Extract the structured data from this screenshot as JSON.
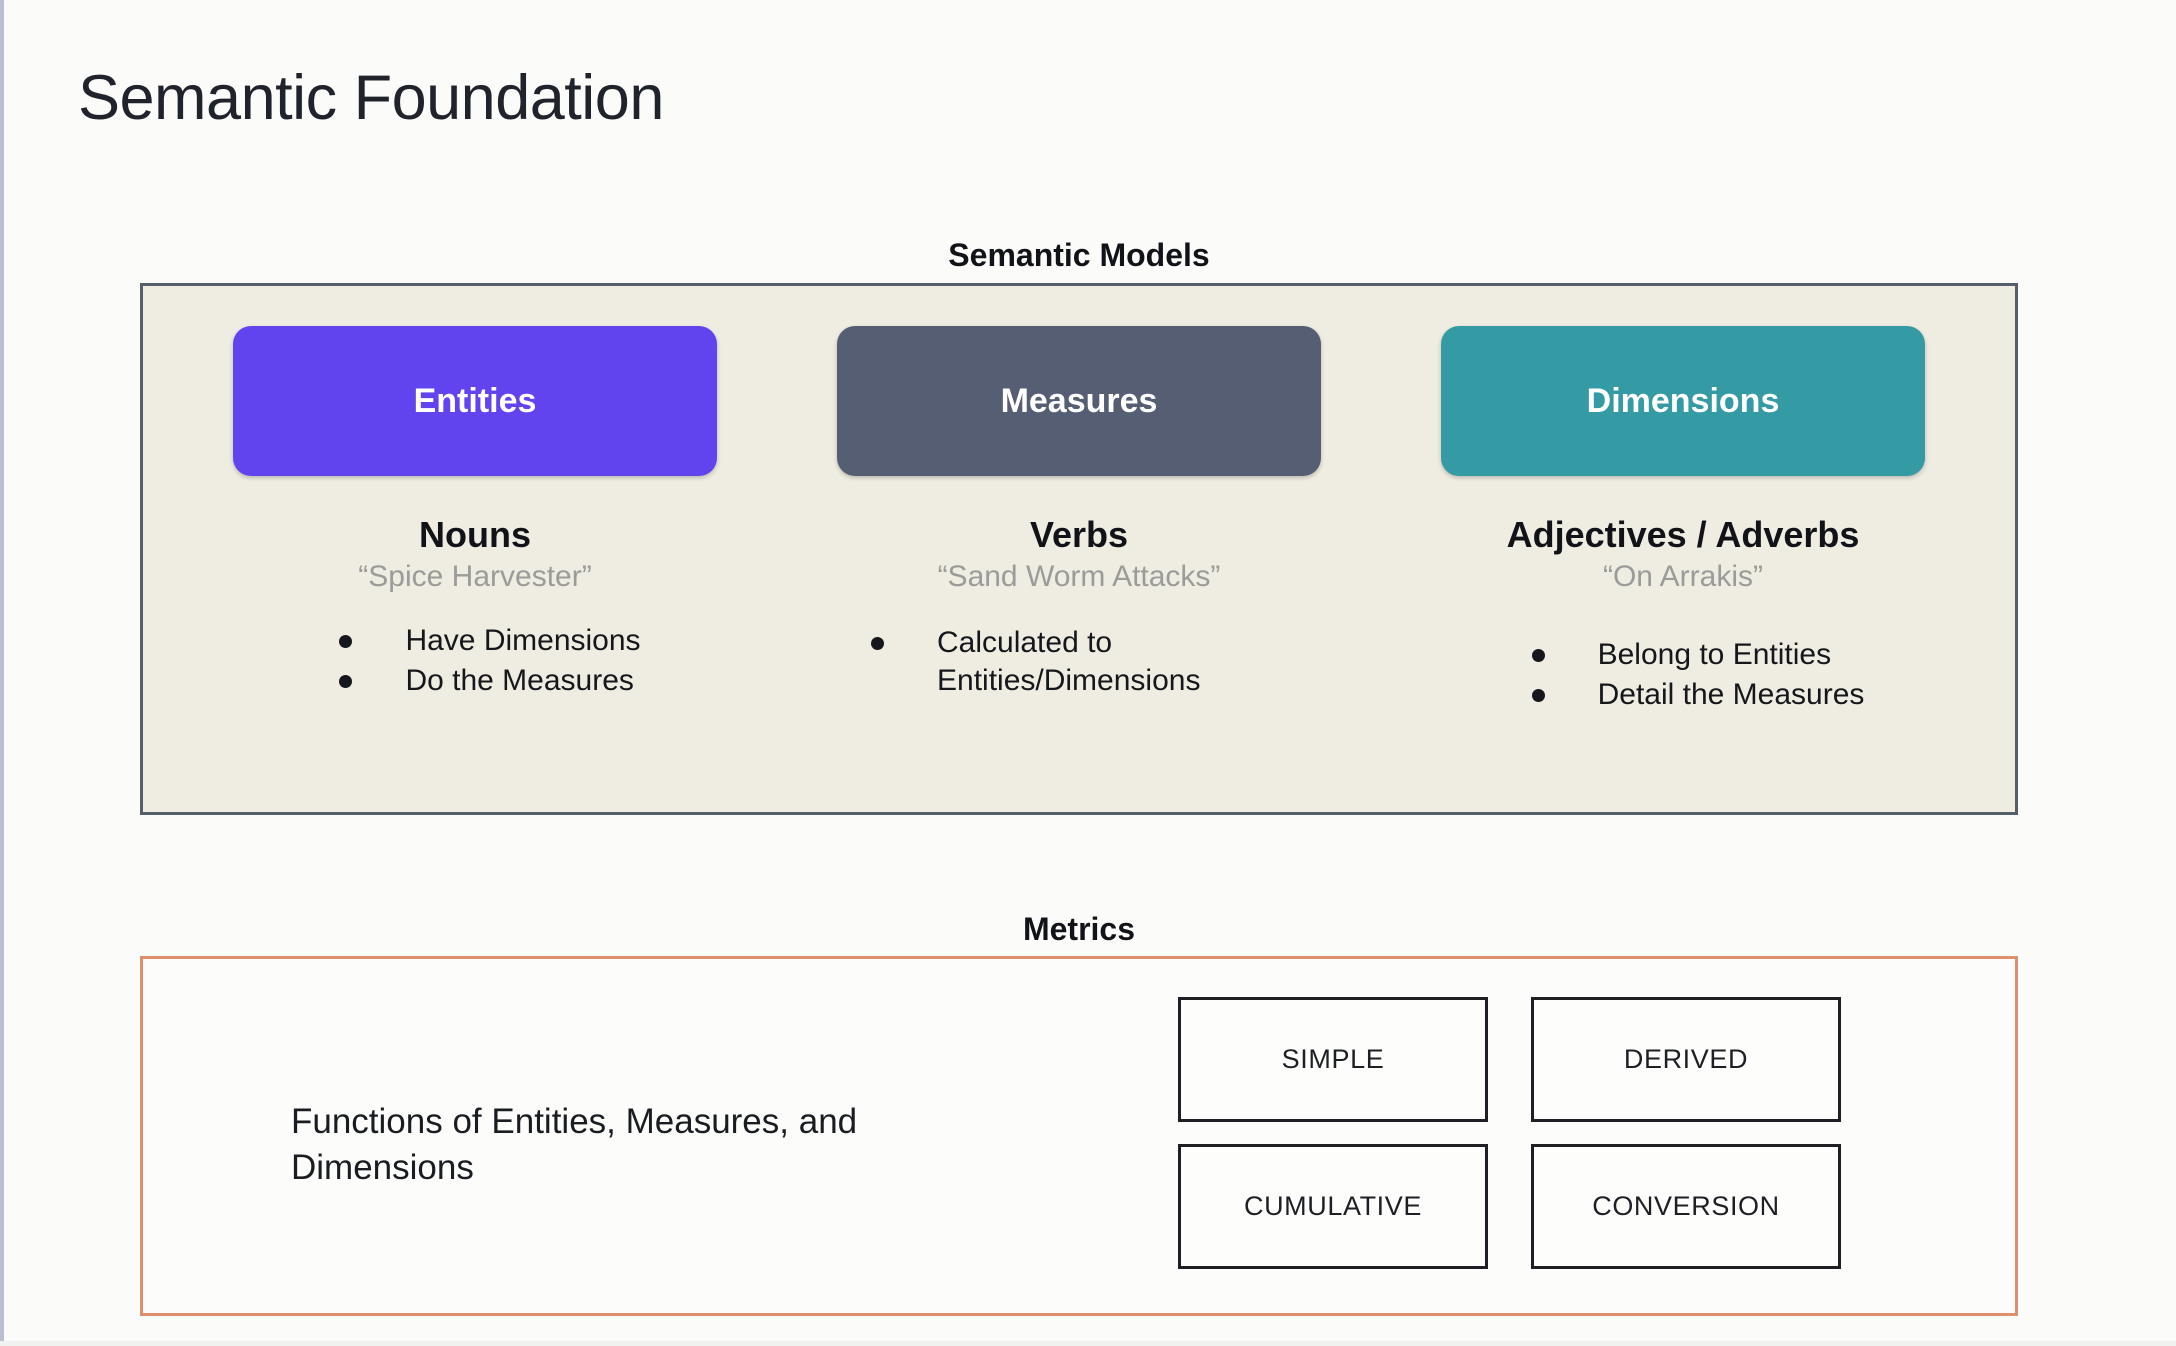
{
  "page": {
    "title": "Semantic Foundation",
    "background_color": "#fbfcfa"
  },
  "semantic_models": {
    "label": "Semantic Models",
    "panel_background": "#efede1",
    "panel_border": "#565e6c",
    "columns": [
      {
        "pill_label": "Entities",
        "pill_color": "#6244ef",
        "part_of_speech": "Nouns",
        "example": "“Spice Harvester”",
        "bullets": [
          "Have Dimensions",
          "Do the Measures"
        ]
      },
      {
        "pill_label": "Measures",
        "pill_color": "#555e72",
        "part_of_speech": "Verbs",
        "example": "“Sand Worm Attacks”",
        "bullets": [
          "Calculated to Entities/Dimensions"
        ]
      },
      {
        "pill_label": "Dimensions",
        "pill_color": "#349aa4",
        "part_of_speech": "Adjectives / Adverbs",
        "example": "“On Arrakis”",
        "bullets": [
          "Belong to Entities",
          "Detail the Measures"
        ]
      }
    ]
  },
  "metrics": {
    "label": "Metrics",
    "panel_border": "#e08f6e",
    "description": "Functions of Entities, Measures, and Dimensions",
    "types": [
      "SIMPLE",
      "DERIVED",
      "CUMULATIVE",
      "CONVERSION"
    ]
  }
}
